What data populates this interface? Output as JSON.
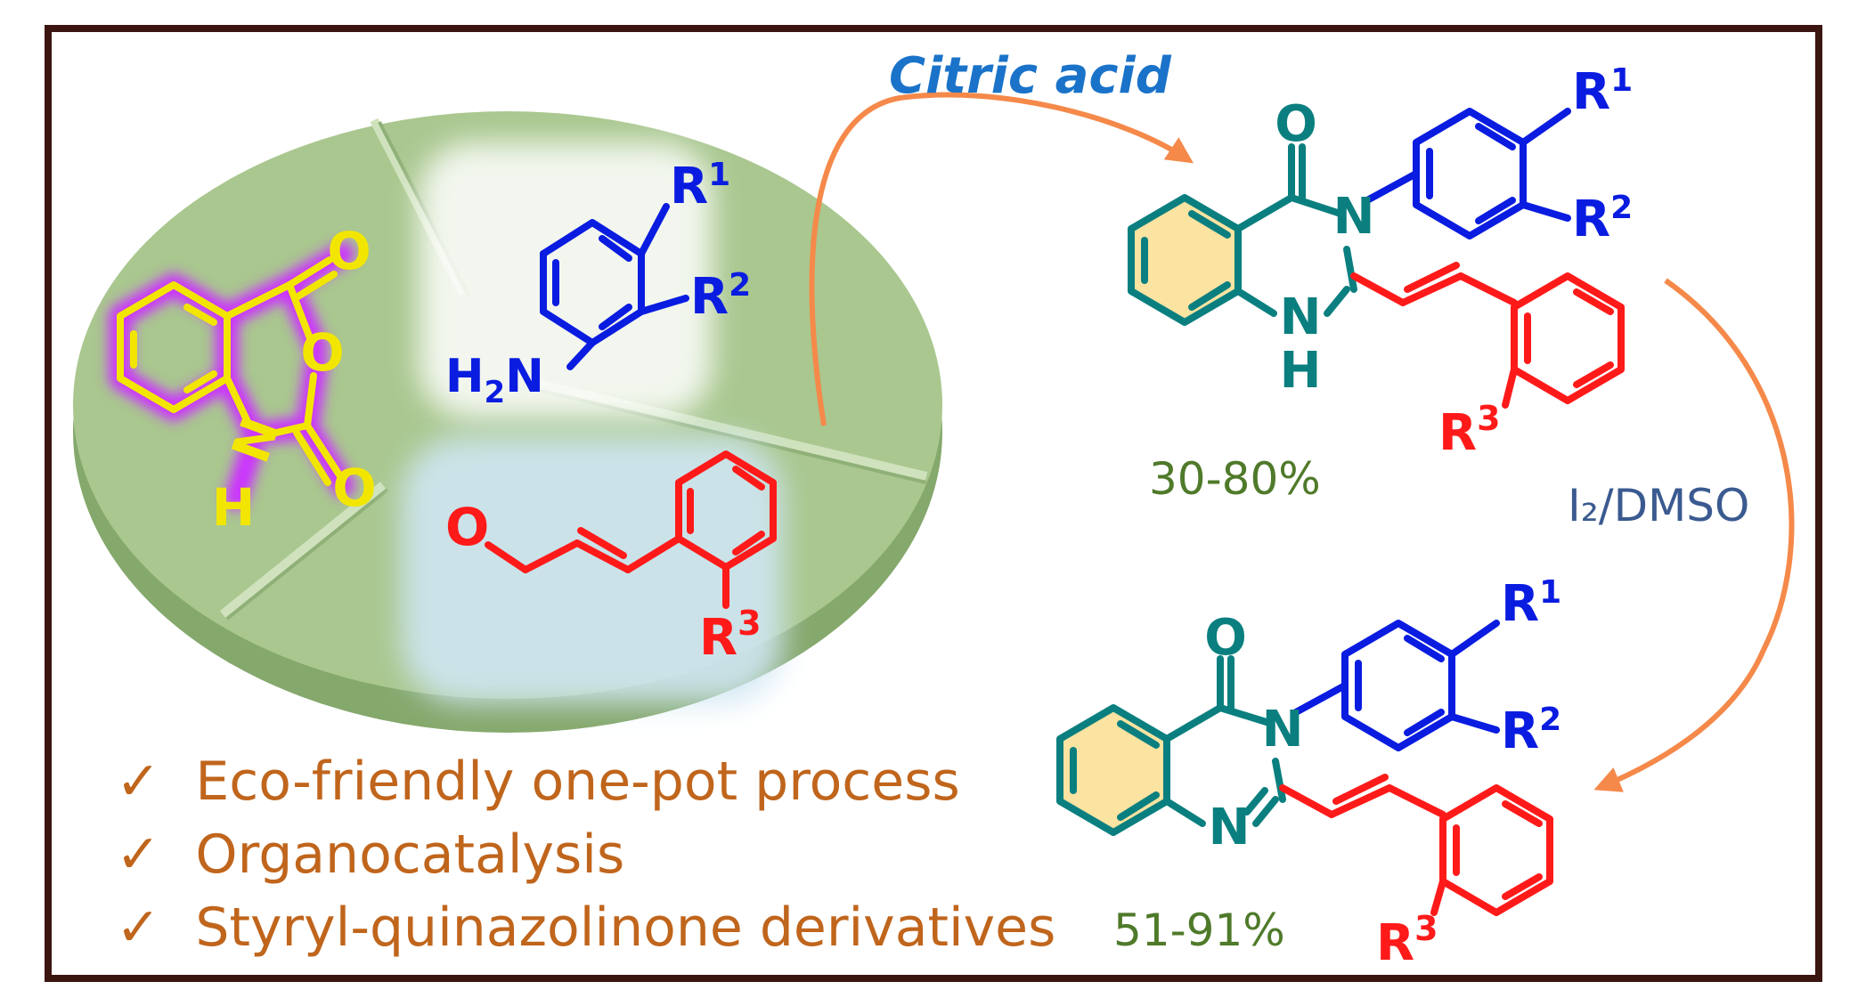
{
  "colors": {
    "frame": "#3b1510",
    "pill_top": "#a9c78f",
    "pill_side": "#85a86c",
    "anhydride": "#f2e600",
    "anhydride_glow": "#cc33ff",
    "aniline": "#0a1ce0",
    "aldehyde": "#ff1a1a",
    "quinazolinone": "#0b7f7f",
    "arene_fill": "#fbe3a1",
    "arrow": "#f5894a",
    "condition_blue": "#1a73c9",
    "condition_slate": "#3a5a90",
    "yield_green": "#4f7a2a",
    "bullet_text": "#c0651c"
  },
  "reaction": {
    "condition_1": "Citric acid",
    "condition_2": "I₂/DMSO",
    "yield_1": "30-80%",
    "yield_2": "51-91%"
  },
  "reactants": {
    "anhydride": {
      "O_top": "O",
      "O_ring": "O",
      "O_bottom": "O",
      "N": "N",
      "H": "H"
    },
    "aniline": {
      "R1": "R",
      "R1_sup": "1",
      "R2": "R",
      "R2_sup": "2",
      "amine": "H",
      "amine_sub": "2",
      "amine_N": "N"
    },
    "aldehyde": {
      "O": "O",
      "R3": "R",
      "R3_sup": "3"
    }
  },
  "product_1": {
    "O": "O",
    "N3": "N",
    "N1": "N",
    "H": "H",
    "R1": "R",
    "R1_sup": "1",
    "R2": "R",
    "R2_sup": "2",
    "R3": "R",
    "R3_sup": "3"
  },
  "product_2": {
    "O": "O",
    "N3": "N",
    "N1": "N",
    "R1": "R",
    "R1_sup": "1",
    "R2": "R",
    "R2_sup": "2",
    "R3": "R",
    "R3_sup": "3"
  },
  "features": {
    "check": "✓",
    "items": [
      "Eco-friendly one-pot process",
      "Organocatalysis",
      "Styryl-quinazolinone derivatives"
    ]
  }
}
